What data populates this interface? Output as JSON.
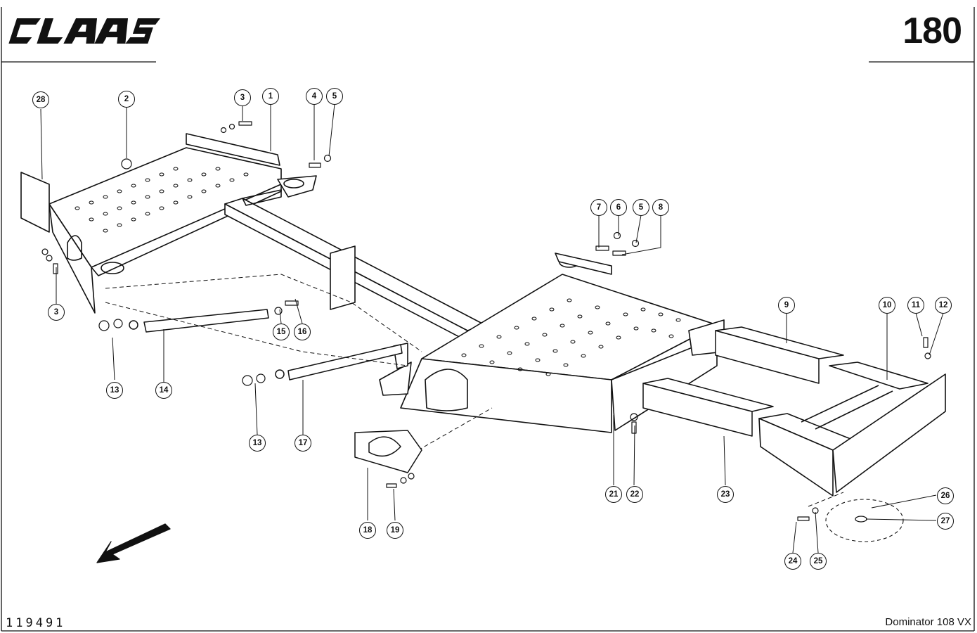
{
  "header": {
    "brand": "CLAAS",
    "page_number": "180"
  },
  "footer": {
    "drawing_number": "119491",
    "model": "Dominator 108 VX"
  },
  "callouts": {
    "c28": "28",
    "c2": "2",
    "c3a": "3",
    "c1": "1",
    "c4": "4",
    "c5a": "5",
    "c3b": "3",
    "c13a": "13",
    "c14": "14",
    "c15": "15",
    "c16": "16",
    "c13b": "13",
    "c17": "17",
    "c18": "18",
    "c19": "19",
    "c7": "7",
    "c6": "6",
    "c5b": "5",
    "c8": "8",
    "c9": "9",
    "c10": "10",
    "c11": "11",
    "c12": "12",
    "c21": "21",
    "c22": "22",
    "c23": "23",
    "c26": "26",
    "c27": "27",
    "c24": "24",
    "c25": "25"
  },
  "colors": {
    "ink": "#111111",
    "paper": "#ffffff"
  }
}
